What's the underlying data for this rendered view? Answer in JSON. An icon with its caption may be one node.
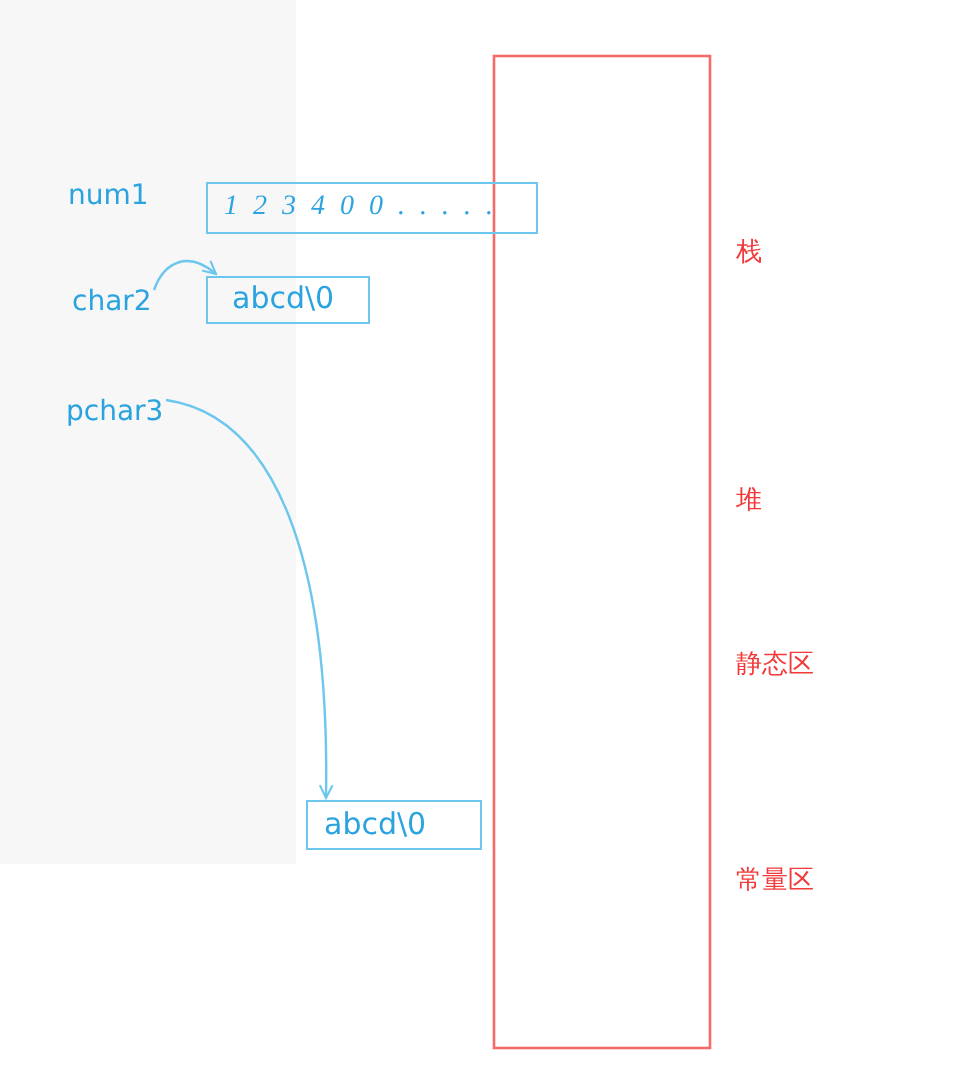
{
  "diagram": {
    "nodes": [
      {
        "text": [
          "1 2 3 4 0 0 . . . . ."
        ],
        "beside": [
          "num1"
        ]
      },
      {
        "text": [
          "char2"
        ]
      },
      {
        "text": [
          "abcd\\0"
        ]
      },
      {
        "text": [
          "pchar3"
        ]
      },
      {
        "text": [
          "abcd\\0"
        ]
      },
      {
        "text": [],
        "shape": "box",
        "beside": [
          "栈",
          "堆",
          "静态区",
          "常量区"
        ]
      }
    ],
    "edges": [
      {
        "from": 1,
        "to": 2,
        "arrow": "to"
      },
      {
        "from": 3,
        "to": 4,
        "arrow": "to"
      }
    ]
  }
}
